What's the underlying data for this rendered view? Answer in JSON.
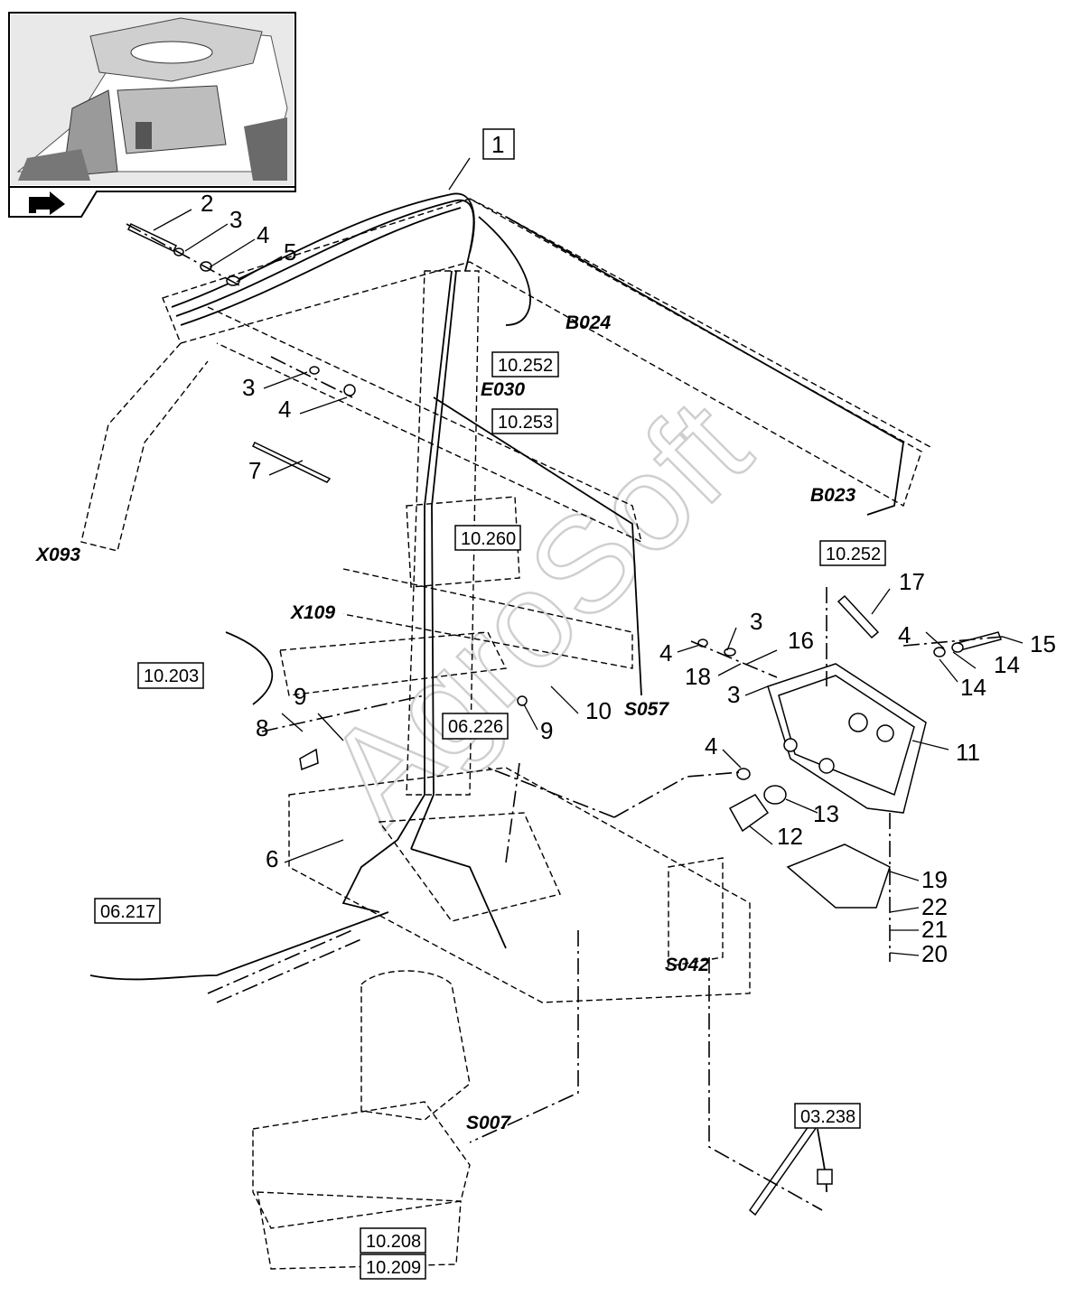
{
  "inset": {
    "nav_icon": "arrow-right-icon"
  },
  "watermark": "AgroSoft",
  "item_numbers": [
    "1",
    "2",
    "3",
    "4",
    "5",
    "3",
    "4",
    "7",
    "17",
    "4",
    "15",
    "3",
    "4",
    "16",
    "14",
    "14",
    "18",
    "3",
    "8",
    "9",
    "9",
    "10",
    "11",
    "4",
    "13",
    "12",
    "6",
    "19",
    "22",
    "21",
    "20"
  ],
  "connector_codes": [
    "B024",
    "E030",
    "B023",
    "X093",
    "X109",
    "S057",
    "S042",
    "S007"
  ],
  "reference_boxes": [
    "10.252",
    "10.253",
    "10.260",
    "10.252",
    "10.203",
    "06.226",
    "06.217",
    "03.238",
    "10.208",
    "10.209"
  ]
}
